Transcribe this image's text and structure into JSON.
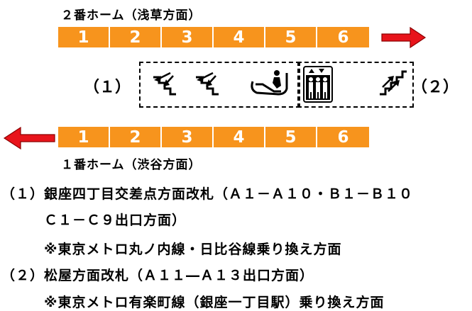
{
  "top_platform": {
    "label": "２番ホーム（浅草方面）",
    "cars": [
      "1",
      "2",
      "3",
      "4",
      "5",
      "6"
    ]
  },
  "bottom_platform": {
    "label": "１番ホーム（渋谷方面）",
    "cars": [
      "1",
      "2",
      "3",
      "4",
      "5",
      "6"
    ]
  },
  "exit_markers": {
    "left": "（１）",
    "right": "（２）"
  },
  "facilities": {
    "left_group": [
      "stairs-down-icon",
      "stairs-down-icon",
      "escalator-icon"
    ],
    "right_group": [
      "elevator-icon",
      "stairs-up-icon"
    ]
  },
  "colors": {
    "car_fill": "#f7941d",
    "arrow": "#e8141b"
  },
  "notes": [
    "（１）銀座四丁目交差点方面改札（Ａ１－Ａ１０・Ｂ１－Ｂ１０",
    "Ｃ１－Ｃ９出口方面）",
    "※東京メトロ丸ノ内線・日比谷線乗り換え方面",
    "（２）松屋方面改札（Ａ１１―Ａ１３出口方面）",
    "※東京メトロ有楽町線（銀座一丁目駅）乗り換え方面"
  ]
}
